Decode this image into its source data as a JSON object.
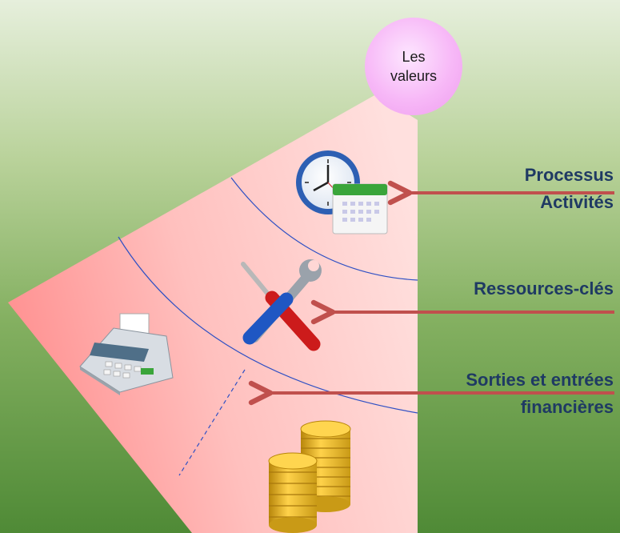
{
  "center_node": {
    "line1": "Les",
    "line2": "valeurs"
  },
  "layers": [
    {
      "line1": "Processus",
      "line2": "Activités",
      "icon": "clock-calendar-icon"
    },
    {
      "line1": "Ressources-clés",
      "icon": "tools-icon"
    },
    {
      "line1": "Sorties et entrées",
      "line2": "financières",
      "icon": "coins-icon"
    }
  ],
  "extra_icons": [
    "cash-register-icon"
  ],
  "colors": {
    "background_top": "#e6efdc",
    "background_bottom": "#4f8a36",
    "sector_light": "#ffe0de",
    "sector_dark": "#ff8f8f",
    "arc_line": "#2f50c4",
    "arrow": "#c0504d",
    "label_text": "#1f3a63",
    "center_node": "#f7b8f7"
  }
}
